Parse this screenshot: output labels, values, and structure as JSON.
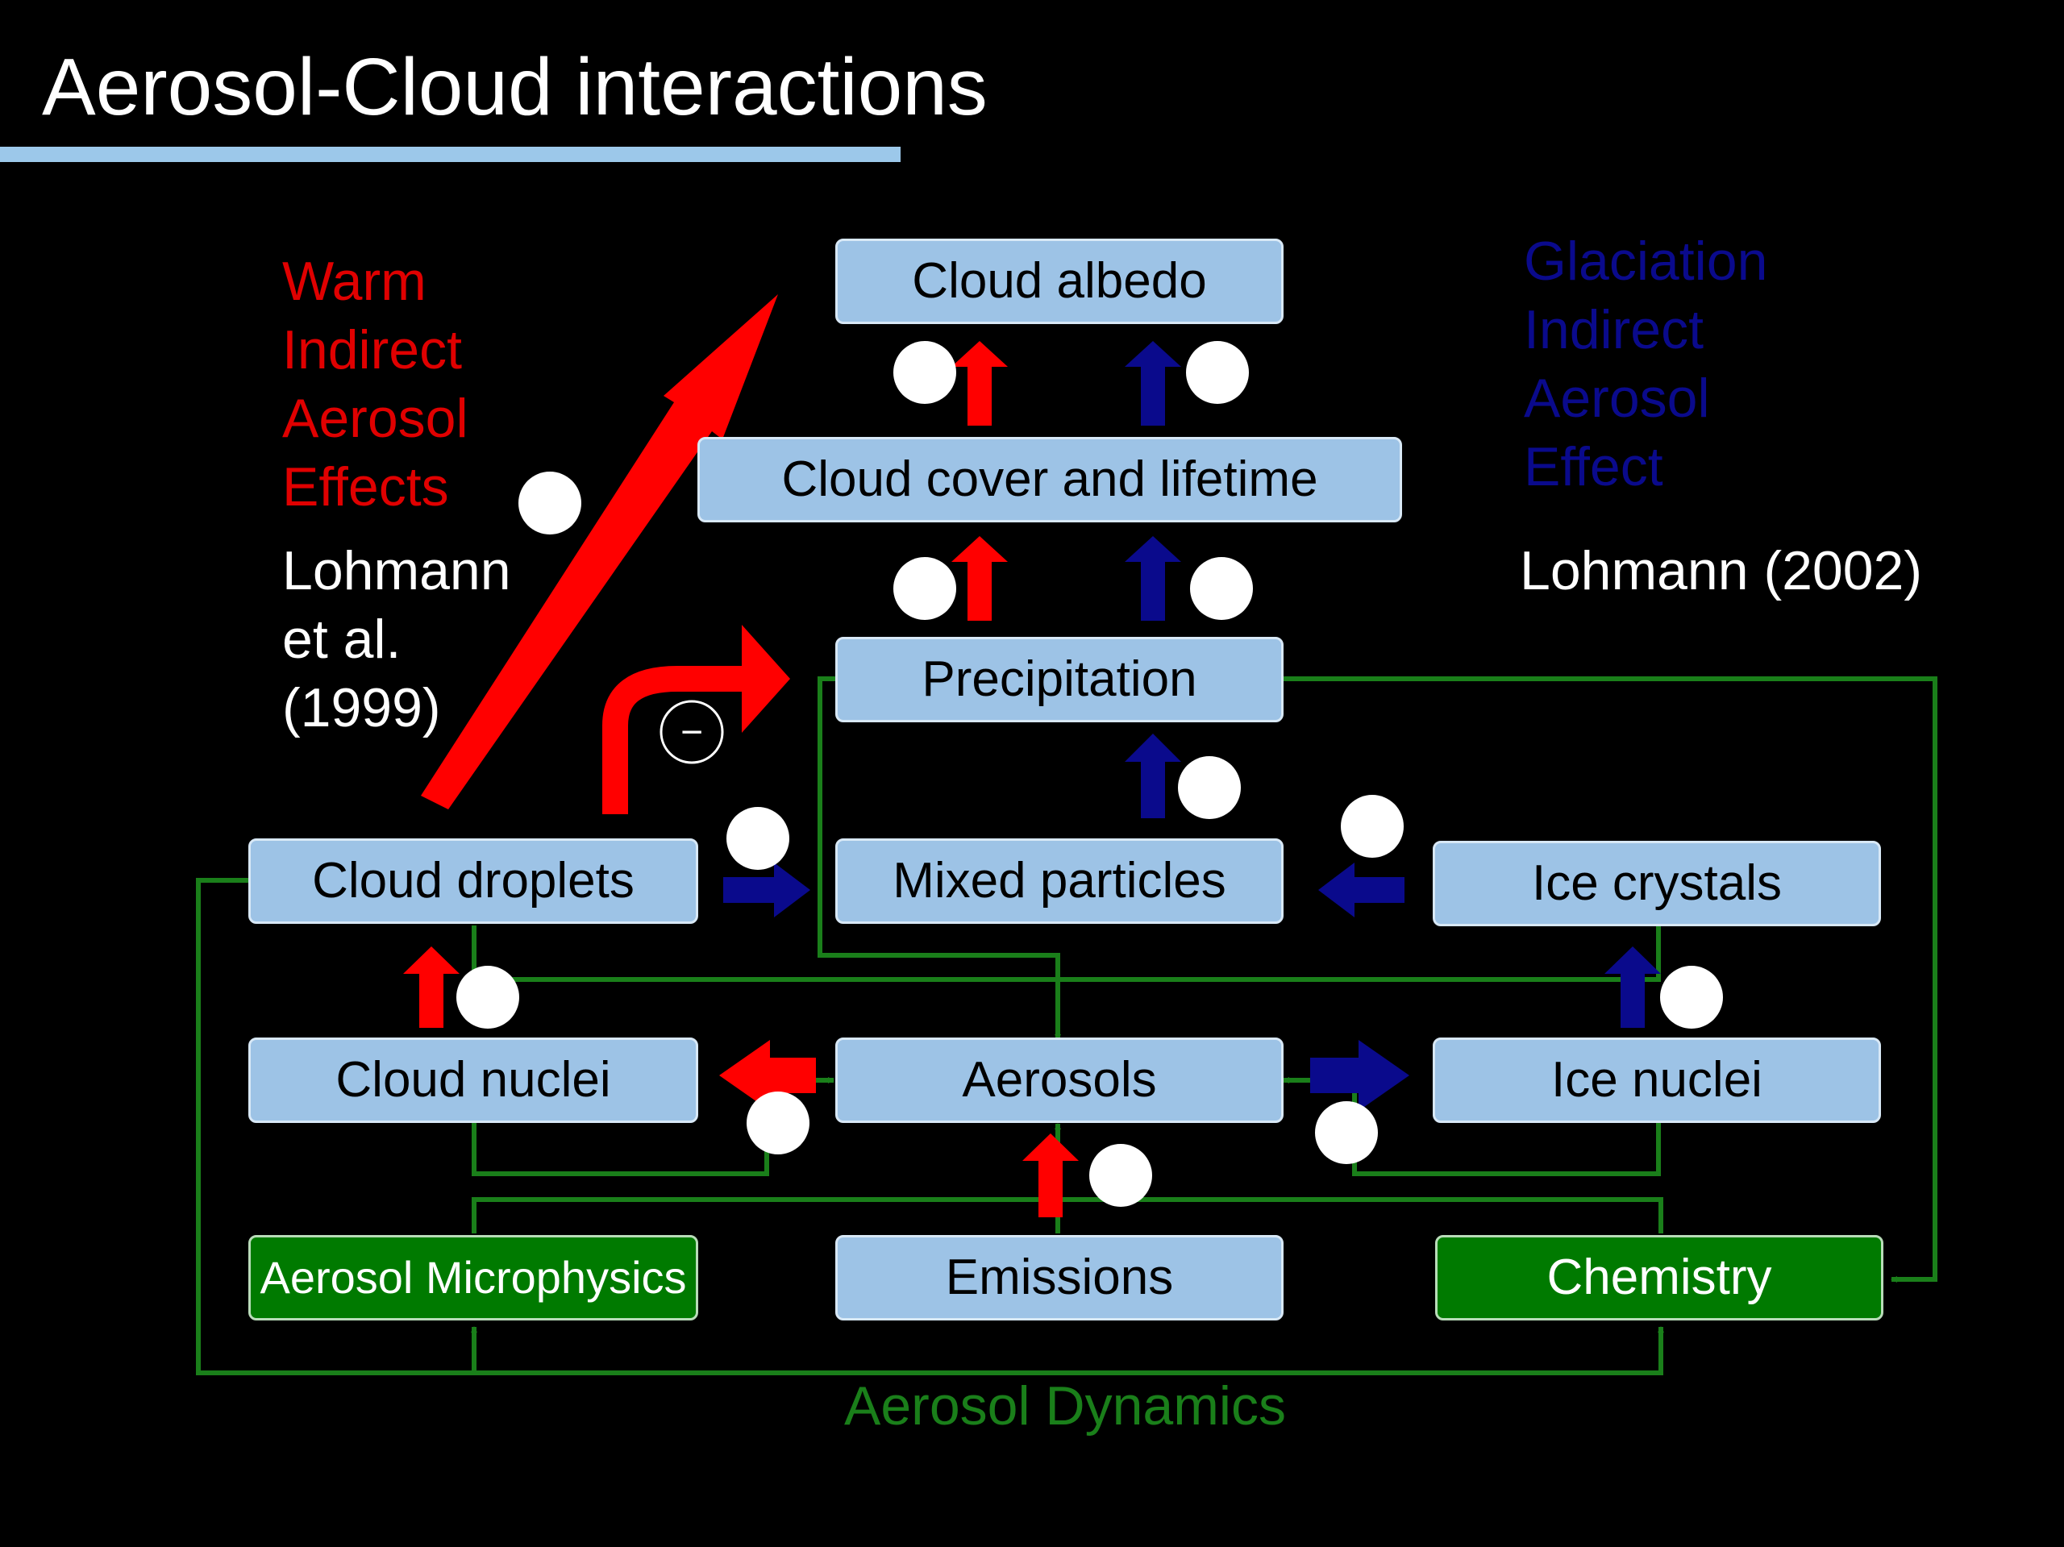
{
  "slide": {
    "title": "Aerosol-Cloud interactions"
  },
  "boxes": {
    "cloud_albedo": "Cloud albedo",
    "cloud_cover": "Cloud cover and lifetime",
    "precipitation": "Precipitation",
    "cloud_droplets": "Cloud droplets",
    "mixed_particles": "Mixed particles",
    "ice_crystals": "Ice crystals",
    "cloud_nuclei": "Cloud nuclei",
    "aerosols": "Aerosols",
    "ice_nuclei": "Ice nuclei",
    "aerosol_microphysics": "Aerosol Microphysics",
    "emissions": "Emissions",
    "chemistry": "Chemistry"
  },
  "annotations": {
    "warm_effect": [
      "Warm",
      "Indirect",
      "Aerosol",
      "Effects"
    ],
    "warm_reference": [
      "Lohmann",
      "et al.",
      "(1999)"
    ],
    "glaciation_effect": [
      "Glaciation",
      "Indirect",
      "Aerosol",
      "Effect"
    ],
    "glaciation_reference": "Lohmann (2002)",
    "dynamics_label": "Aerosol Dynamics",
    "negative_sign": "−"
  },
  "colors": {
    "background": "#000000",
    "box_fill": "#9dc3e6",
    "green_box_fill": "#007a00",
    "warm_arrow": "#ff0000",
    "glaciation_arrow": "#0a0a8c",
    "dynamics_line": "#1a7f1a",
    "title_rule": "#9cc8ea"
  }
}
